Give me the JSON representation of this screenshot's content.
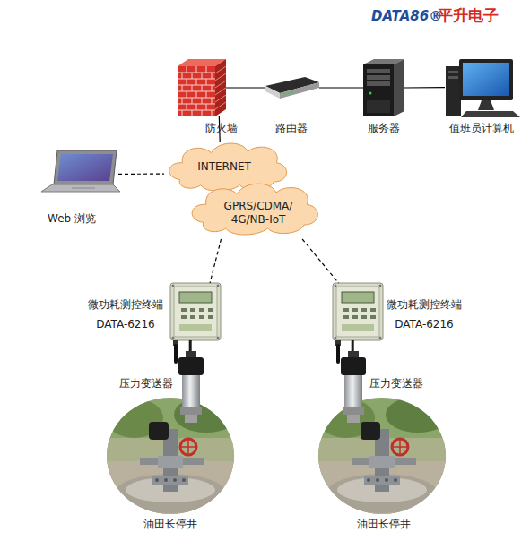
{
  "diagram": {
    "nodes": [
      {
        "text": [
          "防火墙"
        ]
      },
      {
        "text": [
          "路由器"
        ]
      },
      {
        "text": [
          "服务器"
        ]
      },
      {
        "text": [
          "值班员计算机"
        ]
      },
      {
        "text": [
          "Web 浏览"
        ]
      },
      {
        "text": [
          "INTERNET"
        ]
      },
      {
        "text": [
          "GPRS/CDMA/ 4G/NB-IoT"
        ]
      },
      {
        "text": [
          "微功耗测控终端 DATA-6216"
        ]
      },
      {
        "text": [
          "微功耗测控终端 DATA-6216"
        ]
      },
      {
        "text": [
          "压力变送器"
        ]
      },
      {
        "text": [
          "压力变送器"
        ]
      },
      {
        "text": [
          "油田长停井"
        ]
      },
      {
        "text": [
          "油田长停井"
        ]
      }
    ],
    "edges": [
      {
        "from": 0,
        "to": 1,
        "arrow": "none"
      },
      {
        "from": 1,
        "to": 2,
        "arrow": "none"
      },
      {
        "from": 2,
        "to": 3,
        "arrow": "none"
      },
      {
        "from": 0,
        "to": 5,
        "arrow": "none"
      },
      {
        "from": 4,
        "to": 5,
        "arrow": "none"
      },
      {
        "from": 6,
        "to": 7,
        "arrow": "none"
      },
      {
        "from": 6,
        "to": 8,
        "arrow": "none"
      },
      {
        "from": 7,
        "to": 9,
        "arrow": "none"
      },
      {
        "from": 8,
        "to": 10,
        "arrow": "none"
      }
    ],
    "labels": [
      "DATA86®",
      "平升电子"
    ]
  }
}
